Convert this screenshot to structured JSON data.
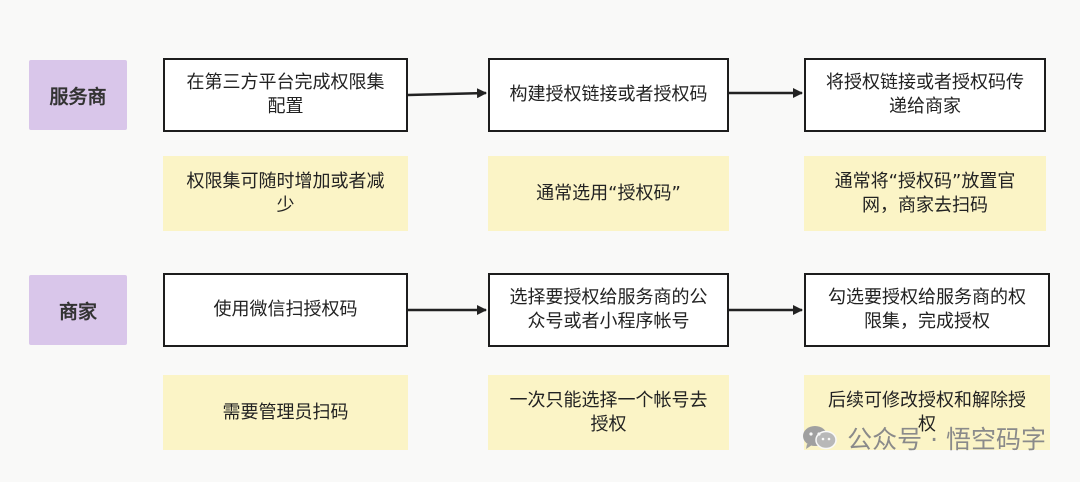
{
  "roles": {
    "provider": "服务商",
    "merchant": "商家"
  },
  "provider_steps": {
    "s1": "在第三方平台完成权限集配置",
    "s2": "构建授权链接或者授权码",
    "s3": "将授权链接或者授权码传递给商家"
  },
  "provider_notes": {
    "n1": "权限集可随时增加或者减少",
    "n2": "通常选用“授权码”",
    "n3": "通常将“授权码”放置官网，商家去扫码"
  },
  "merchant_steps": {
    "s1": "使用微信扫授权码",
    "s2": "选择要授权给服务商的公众号或者小程序帐号",
    "s3": "勾选要授权给服务商的权限集，完成授权"
  },
  "merchant_notes": {
    "n1": "需要管理员扫码",
    "n2": "一次只能选择一个帐号去授权",
    "n3": "后续可修改授权和解除授权"
  },
  "watermark": {
    "text": "公众号 · 悟空码字",
    "icon": "wechat-icon"
  },
  "colors": {
    "role_bg": "#d9c6ea",
    "note_bg": "#fbf4c6",
    "step_border": "#1d1d1d",
    "arrow": "#222222"
  }
}
